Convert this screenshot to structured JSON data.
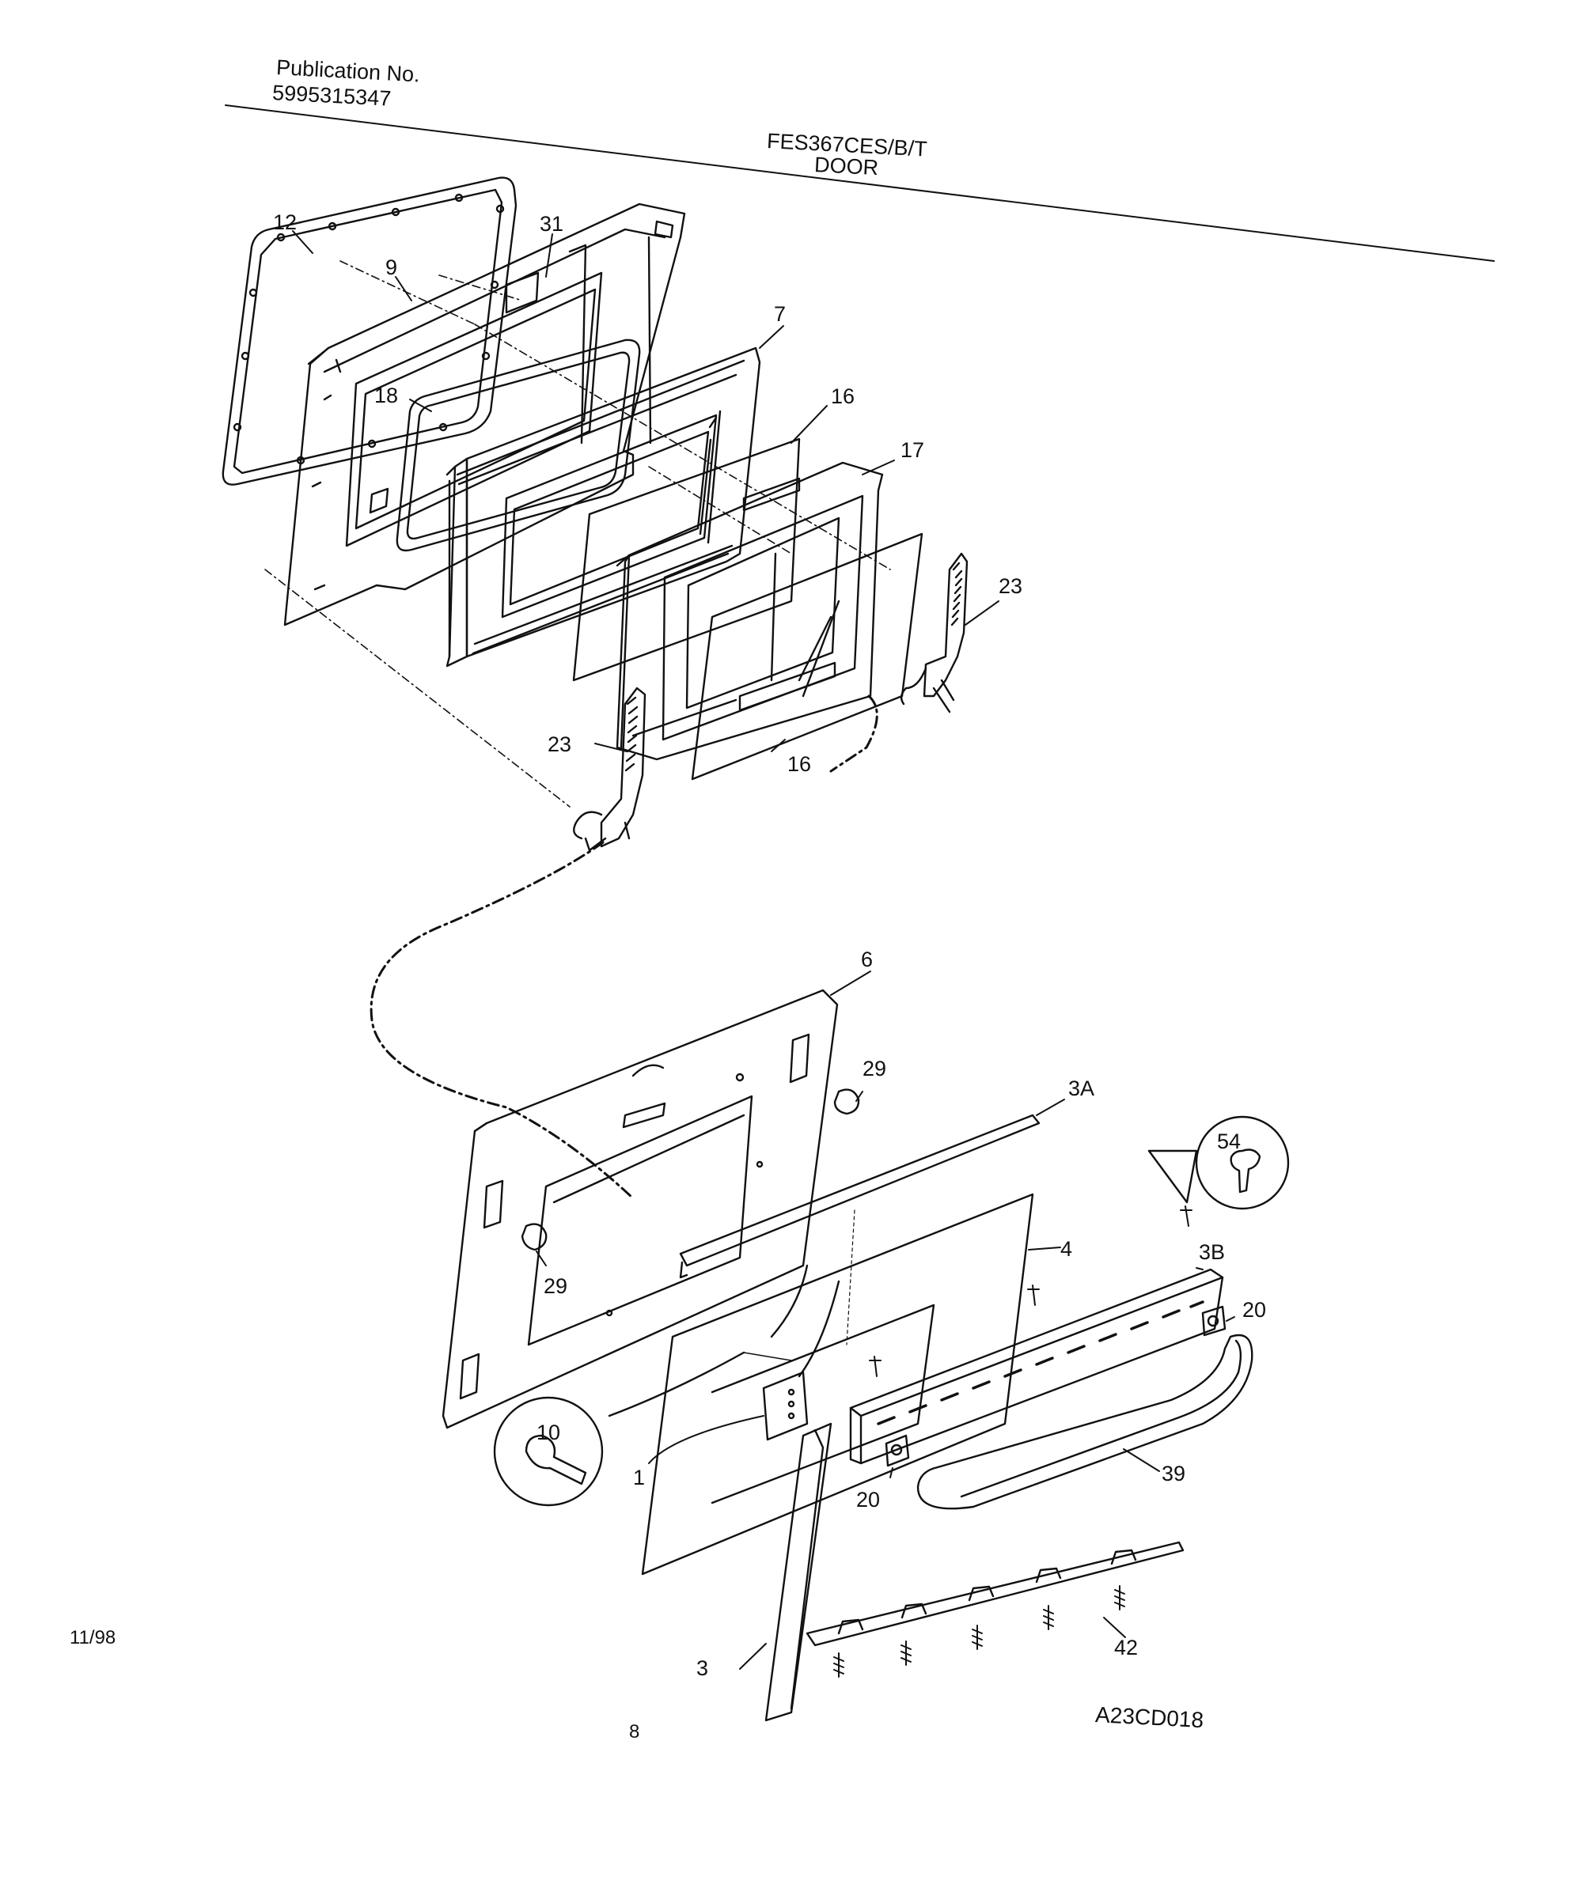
{
  "header": {
    "publication_label": "Publication No.",
    "publication_number": "5995315347",
    "model": "FES367CES/B/T",
    "section": "DOOR"
  },
  "footer": {
    "date": "11/98",
    "page_number": "8",
    "drawing_id": "A23CD018"
  },
  "callouts": [
    "12",
    "9",
    "31",
    "7",
    "18",
    "16",
    "17",
    "23",
    "23",
    "16",
    "6",
    "29",
    "3A",
    "54",
    "29",
    "4",
    "3B",
    "20",
    "10",
    "1",
    "20",
    "39",
    "3",
    "42"
  ]
}
